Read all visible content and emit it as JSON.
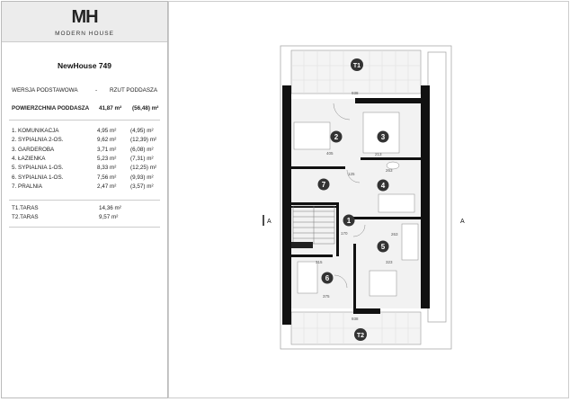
{
  "brand": {
    "mark": "MH",
    "name": "MODERN HOUSE"
  },
  "project": {
    "title": "NewHouse 749"
  },
  "version": {
    "label": "WERSJA PODSTAWOWA",
    "separator": "-",
    "view": "RZUT PODDASZA"
  },
  "area": {
    "label": "POWIERZCHNIA PODDASZA",
    "net": "41,87 m²",
    "gross": "(56,48) m²"
  },
  "rooms": [
    {
      "name": "1.  KOMUNIKACJA",
      "net": "4,95 m²",
      "gross": "(4,95) m²"
    },
    {
      "name": "2.  SYPIALNIA 2-OS.",
      "net": "9,62 m²",
      "gross": "(12,39) m²"
    },
    {
      "name": "3.  GARDEROBA",
      "net": "3,71 m²",
      "gross": "(6,08) m²"
    },
    {
      "name": "4.  ŁAZIENKA",
      "net": "5,23 m²",
      "gross": "(7,31) m²"
    },
    {
      "name": "5.  SYPIALNIA 1-OS.",
      "net": "8,33 m²",
      "gross": "(12,25) m²"
    },
    {
      "name": "6.  SYPIALNIA 1-OS.",
      "net": "7,56 m²",
      "gross": "(9,93) m²"
    },
    {
      "name": "7.  PRALNIA",
      "net": "2,47 m²",
      "gross": "(3,57) m²"
    }
  ],
  "terraces": [
    {
      "name": "T1.TARAS",
      "area": "14,36 m²"
    },
    {
      "name": "T2.TARAS",
      "area": "9,57 m²"
    }
  ],
  "plan": {
    "section_marker": "A",
    "room_markers": [
      "1",
      "2",
      "3",
      "4",
      "5",
      "6",
      "7",
      "T1",
      "T2"
    ],
    "dimensions": {
      "top": "938",
      "bottom": "938",
      "r2": "405",
      "r3": "213",
      "r4": "263",
      "hall": "125",
      "r1": "170",
      "r5": "323",
      "r5b": "263",
      "r6": "315",
      "r6b": "375"
    }
  }
}
